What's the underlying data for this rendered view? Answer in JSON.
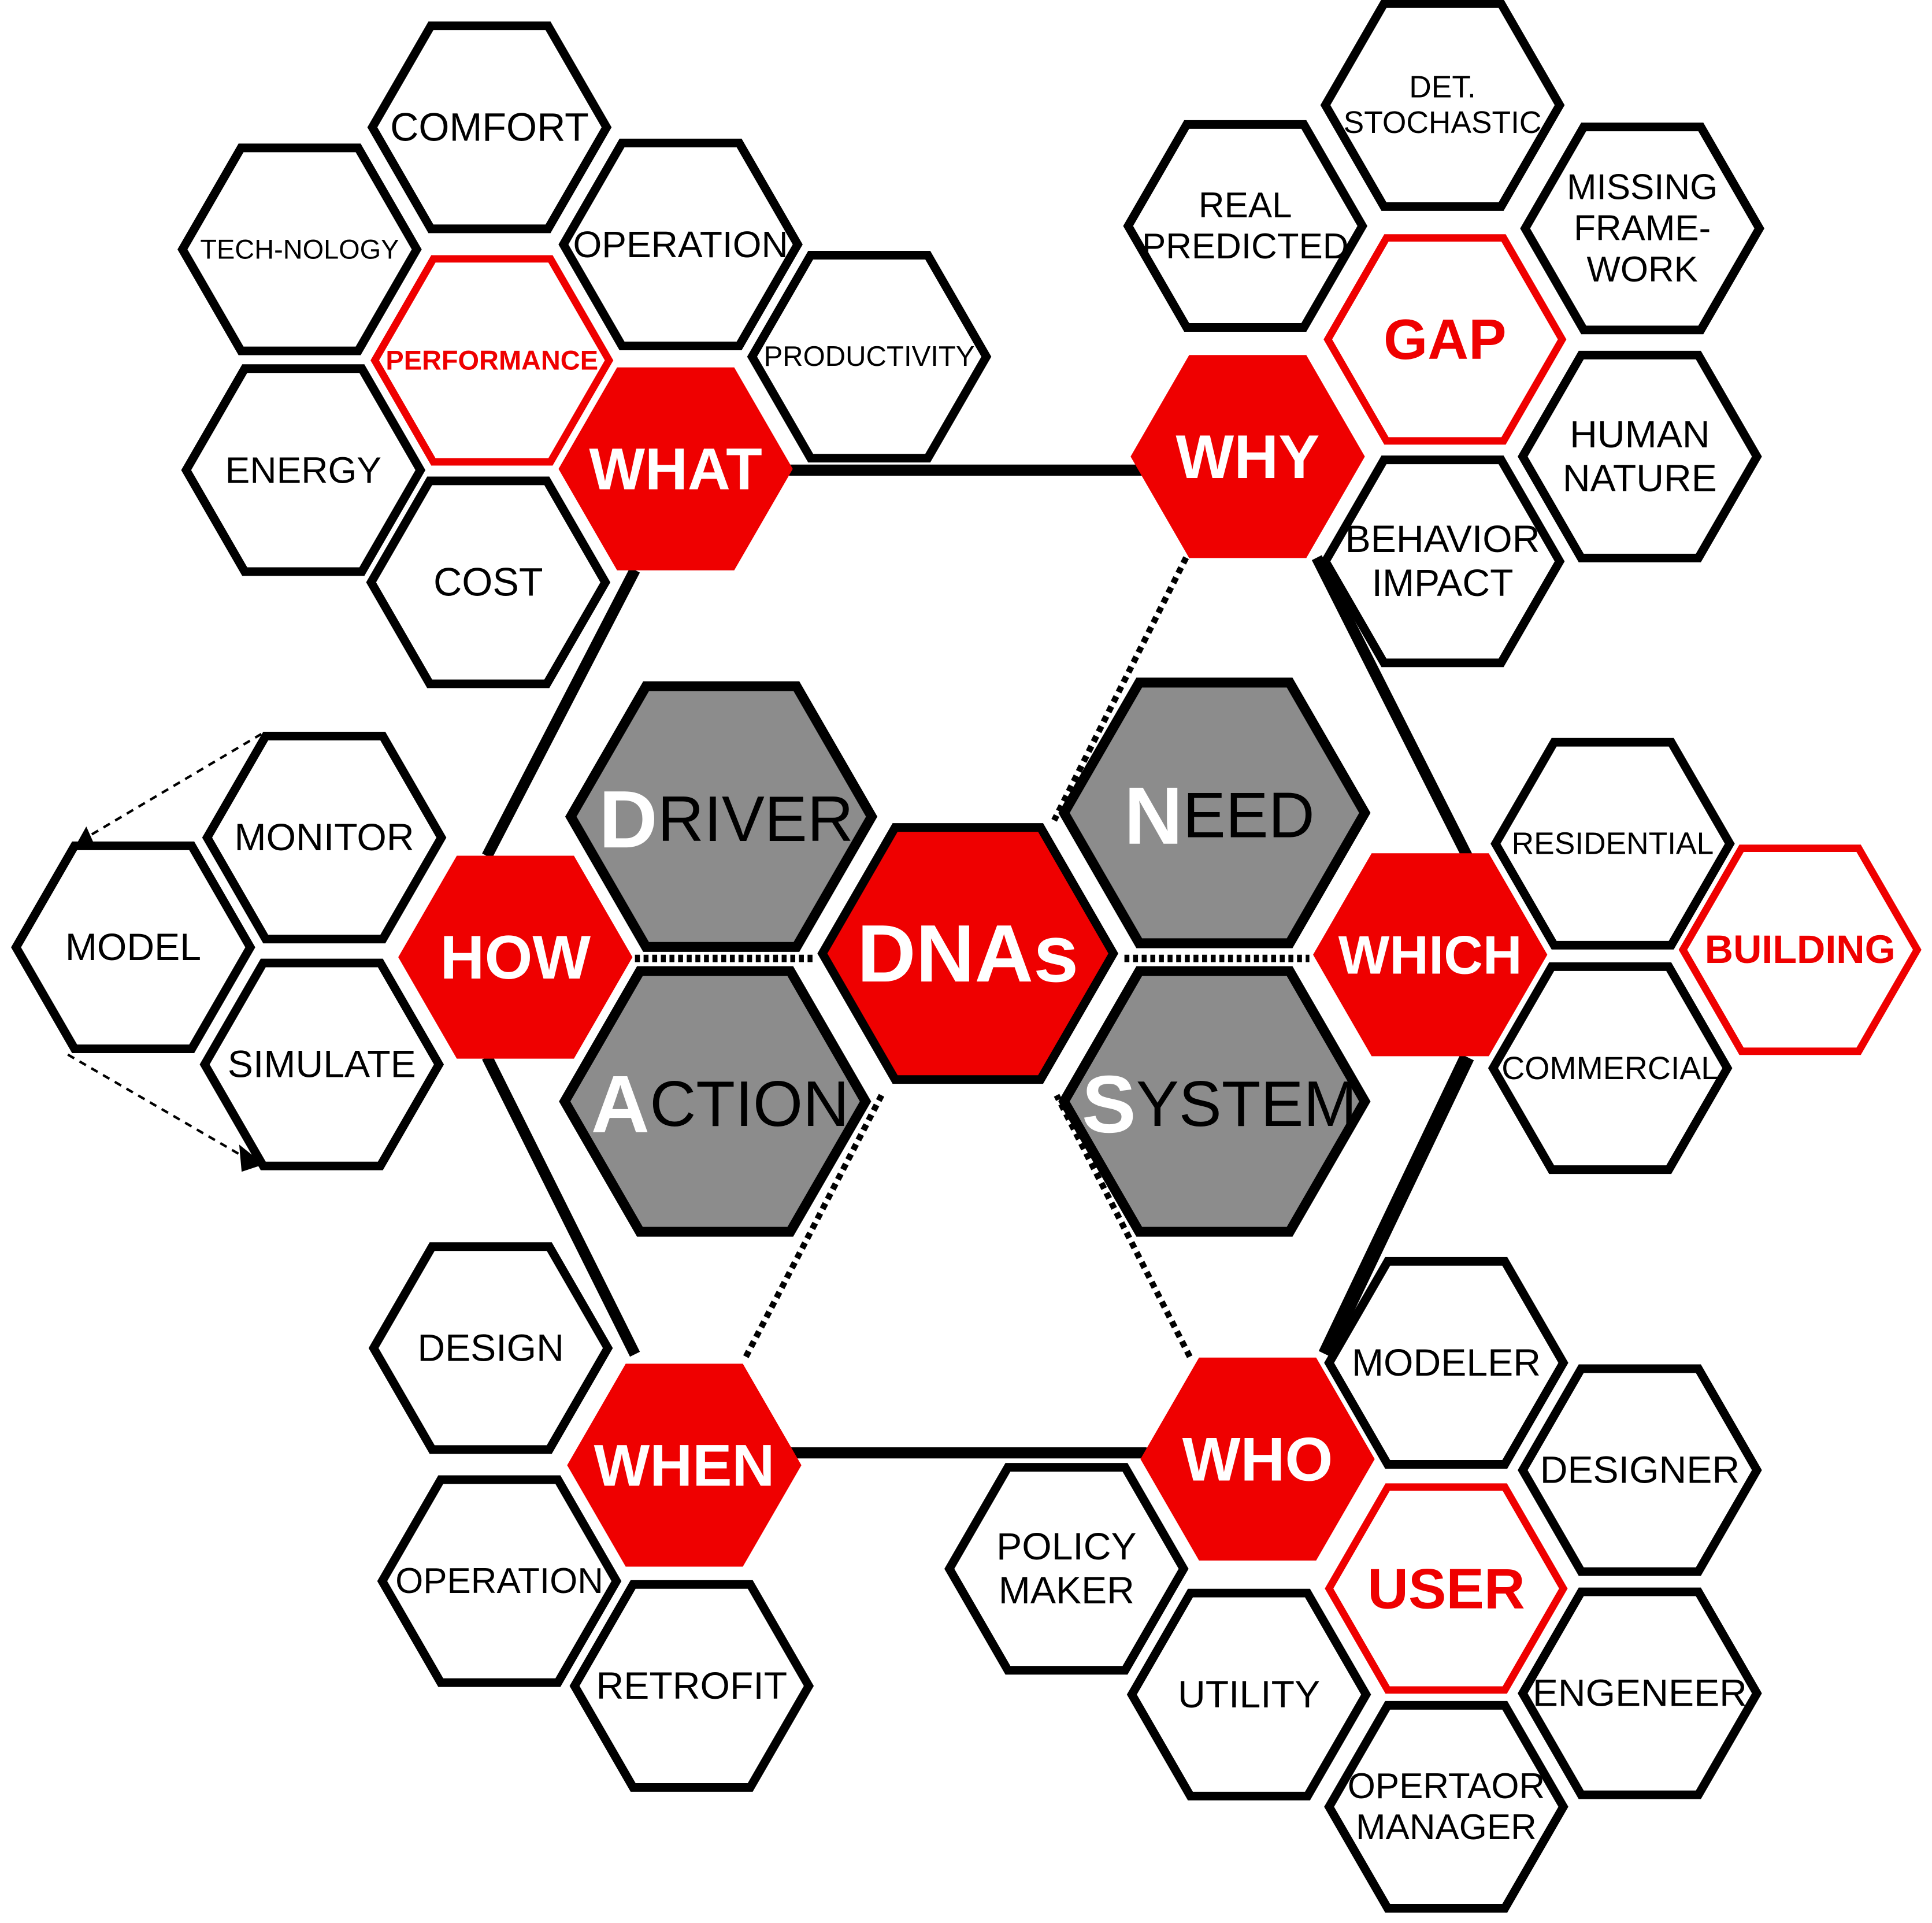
{
  "colors": {
    "red": "#ef0000",
    "gray": "#8c8c8c",
    "black": "#000000",
    "white": "#ffffff"
  },
  "dna": {
    "center": {
      "label": "DNAs"
    },
    "driver": {
      "initial": "D",
      "rest": "RIVER"
    },
    "need": {
      "initial": "N",
      "rest": "EED"
    },
    "action": {
      "initial": "A",
      "rest": "CTION"
    },
    "system": {
      "initial": "S",
      "rest": "YSTEM"
    }
  },
  "questions": {
    "what": "WHAT",
    "why": "WHY",
    "how": "HOW",
    "which": "WHICH",
    "when": "WHEN",
    "who": "WHO"
  },
  "what_group": {
    "comfort": "COMFORT",
    "technology": "TECH-NOLOGY",
    "operation": "OPERATION",
    "performance": "PERFORMANCE",
    "productivity": "PRODUCTIVITY",
    "energy": "ENERGY",
    "cost": "COST"
  },
  "why_group": {
    "det_stochastic": [
      "DET.",
      "STOCHASTIC"
    ],
    "real_predicted": [
      "REAL",
      "PREDICTED"
    ],
    "missing_framework": [
      "MISSING",
      "FRAME-",
      "WORK"
    ],
    "gap": "GAP",
    "human_nature": [
      "HUMAN",
      "NATURE"
    ],
    "behavior_impact": [
      "BEHAVIOR",
      "IMPACT"
    ]
  },
  "how_group": {
    "monitor": "MONITOR",
    "model": "MODEL",
    "simulate": "SIMULATE"
  },
  "which_group": {
    "residential": "RESIDENTIAL",
    "building": "BUILDING",
    "commercial": "COMMERCIAL"
  },
  "when_group": {
    "design": "DESIGN",
    "operation": "OPERATION",
    "retrofit": "RETROFIT"
  },
  "who_group": {
    "modeler": "MODELER",
    "designer": "DESIGNER",
    "policy_maker": [
      "POLICY",
      "MAKER"
    ],
    "user": "USER",
    "utility": "UTILITY",
    "engeneer": "ENGENEER",
    "operator_manager": [
      "OPERTAOR",
      "MANAGER"
    ]
  }
}
